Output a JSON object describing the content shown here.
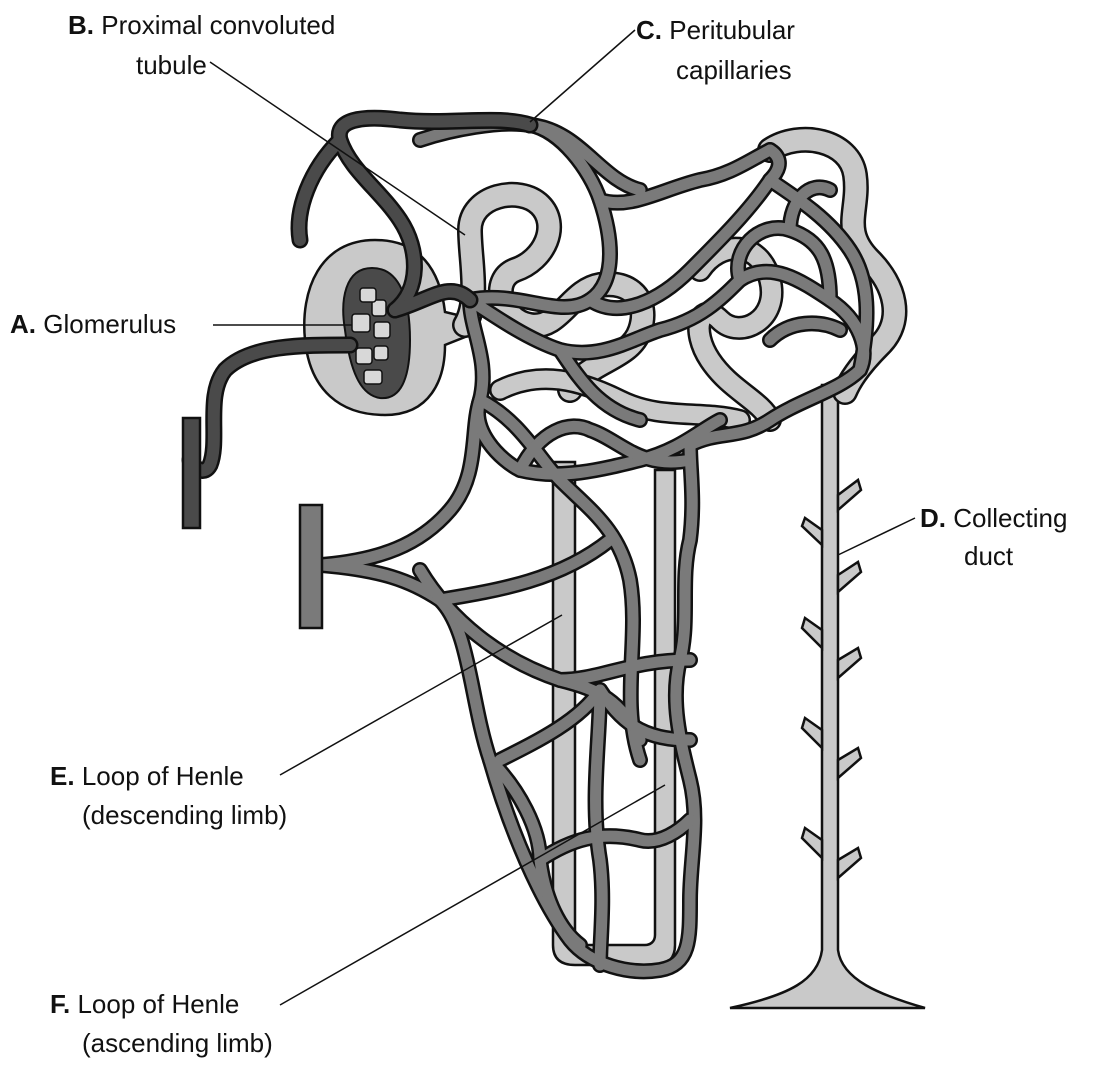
{
  "colors": {
    "outline": "#111111",
    "tubule_light": "#c9c9c9",
    "capillary": "#7a7a7a",
    "arteriole_dark": "#4a4a4a",
    "background": "#ffffff"
  },
  "labels": {
    "A": {
      "letter": "A.",
      "text": "Glomerulus"
    },
    "B": {
      "letter": "B.",
      "line1": "Proximal convoluted",
      "line2": "tubule"
    },
    "C": {
      "letter": "C.",
      "line1": "Peritubular",
      "line2": "capillaries"
    },
    "D": {
      "letter": "D.",
      "line1": "Collecting",
      "line2": "duct"
    },
    "E": {
      "letter": "E.",
      "line1": "Loop of Henle",
      "line2": "(descending limb)"
    },
    "F": {
      "letter": "F.",
      "line1": "Loop of Henle",
      "line2": "(ascending limb)"
    }
  }
}
